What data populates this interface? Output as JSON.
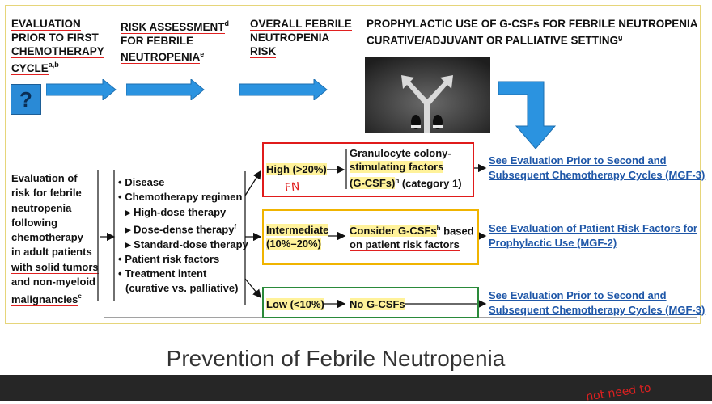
{
  "headers": {
    "col1": {
      "lines": [
        "EVALUATION",
        "PRIOR TO FIRST",
        "CHEMOTHERAPY",
        "CYCLE"
      ],
      "sup": "a,b"
    },
    "col2": {
      "lines": [
        "RISK ASSESSMENT",
        "FOR FEBRILE",
        "NEUTROPENIA"
      ],
      "sup1": "d",
      "sup2": "e"
    },
    "col3": {
      "lines": [
        "OVERALL FEBRILE",
        "NEUTROPENIA",
        "RISK"
      ]
    },
    "col4": {
      "line1": "PROPHYLACTIC USE OF G-CSFs FOR FEBRILE NEUTROPENIA",
      "line2": "CURATIVE/ADJUVANT OR PALLIATIVE SETTING",
      "sup": "g"
    }
  },
  "question_icon": "?",
  "evaluation": {
    "lines": [
      "Evaluation of",
      "risk for febrile",
      "neutropenia",
      "following",
      "chemotherapy",
      "in adult patients",
      "with solid tumors",
      "and non-myeloid",
      "malignancies"
    ],
    "sup": "c"
  },
  "risk_factors": [
    {
      "bullet": "•",
      "text": "Disease"
    },
    {
      "bullet": "•",
      "text": "Chemotherapy regimen"
    },
    {
      "bullet": "▸",
      "text": "High-dose therapy",
      "sub": true
    },
    {
      "bullet": "▸",
      "text": "Dose-dense therapy",
      "sub": true,
      "sup": "f"
    },
    {
      "bullet": "▸",
      "text": "Standard-dose therapy",
      "sub": true
    },
    {
      "bullet": "•",
      "text": "Patient risk factors"
    },
    {
      "bullet": "•",
      "text": "Treatment intent"
    },
    {
      "bullet": "",
      "text": "(curative vs. palliative)",
      "sub": true
    }
  ],
  "risks": {
    "high": {
      "label": "High (>20%)",
      "rec_lines": [
        "Granulocyte colony-",
        "stimulating factors",
        "(G-CSFs)"
      ],
      "rec_sup": "h",
      "rec_tail": " (category 1)"
    },
    "intermediate": {
      "label1": "Intermediate",
      "label2": "(10%–20%)",
      "rec1": "Consider G-CSFs",
      "rec1_sup": "h",
      "rec1_tail": " based",
      "rec2": "on patient risk factors"
    },
    "low": {
      "label": "Low (<10%)",
      "rec": "No G-CSFs"
    }
  },
  "links": {
    "high": [
      "See Evaluation Prior to Second and",
      "Subsequent Chemotherapy Cycles (MGF-3)"
    ],
    "intermediate": [
      "See Evaluation of Patient Risk Factors for",
      "Prophylactic Use (MGF-2)"
    ],
    "low": [
      "See Evaluation Prior to Second and",
      "Subsequent Chemotherapy Cycles (MGF-3)"
    ]
  },
  "annotations": {
    "fn": "FN",
    "corner": "not need to"
  },
  "slide_title": "Prevention of Febrile Neutropenia",
  "colors": {
    "arrow_blue": "#2b93e0",
    "high_border": "#e01b1b",
    "intermediate_border": "#f0b400",
    "low_border": "#2a8a3a",
    "link": "#1f57a8",
    "annotation_red": "#e02020"
  }
}
